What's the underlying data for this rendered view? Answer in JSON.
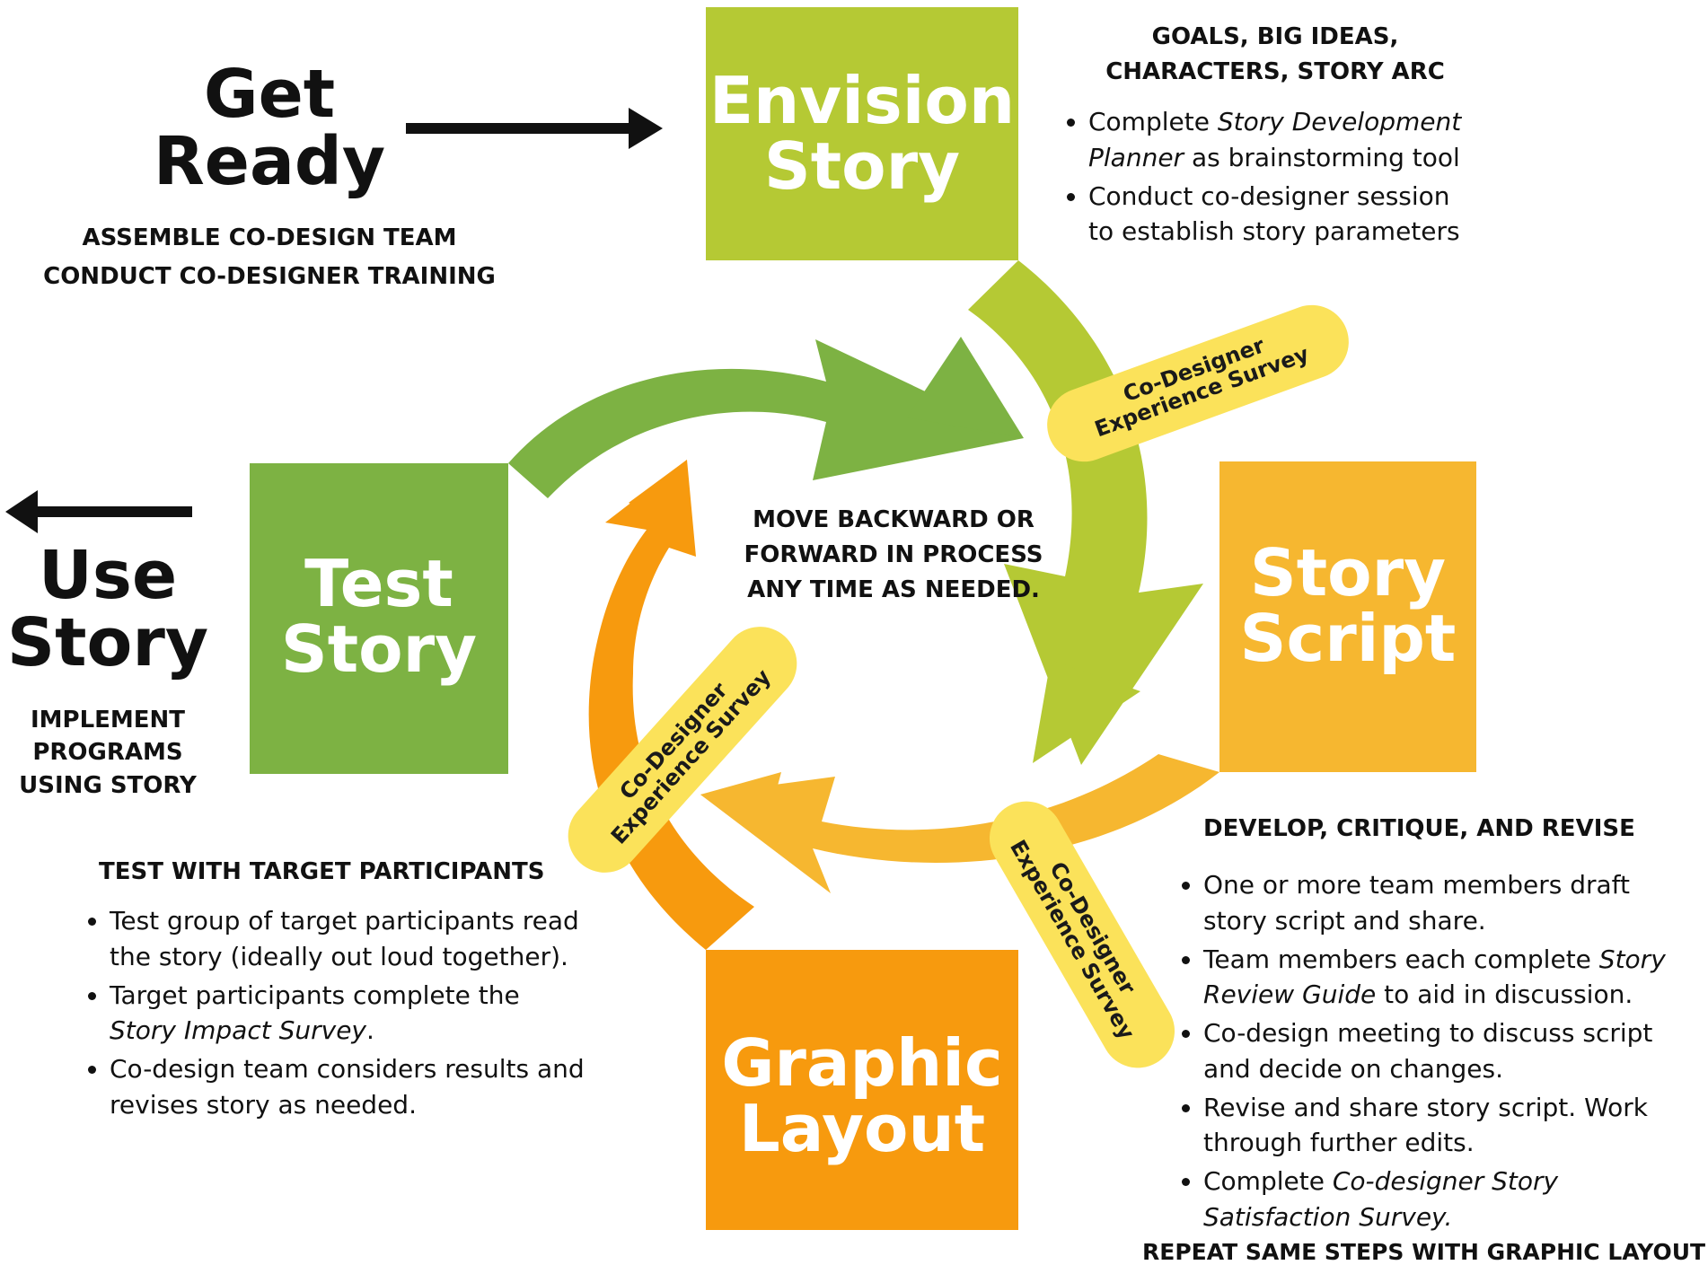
{
  "get_ready": {
    "title_line1": "Get",
    "title_line2": "Ready",
    "steps": [
      "ASSEMBLE CO-DESIGN TEAM",
      "CONDUCT CO-DESIGNER TRAINING"
    ]
  },
  "use_story": {
    "title_line1": "Use",
    "title_line2": "Story",
    "steps": [
      "IMPLEMENT",
      "PROGRAMS",
      "USING STORY"
    ]
  },
  "envision": {
    "title_line1": "Envision",
    "title_line2": "Story",
    "color": "#b5c934",
    "heading_line1": "GOALS, BIG IDEAS,",
    "heading_line2": "CHARACTERS, STORY ARC",
    "bullets": [
      {
        "pre": "Complete ",
        "em": "Story Development Planner",
        "post": " as brainstorming tool"
      },
      {
        "pre": "Conduct co-designer session to establish story parameters",
        "em": "",
        "post": ""
      }
    ]
  },
  "script": {
    "title_line1": "Story",
    "title_line2": "Script",
    "color": "#f6b730",
    "heading": "DEVELOP, CRITIQUE, AND REVISE",
    "bullets": [
      {
        "pre": "One or more team members draft story script and share.",
        "em": "",
        "post": ""
      },
      {
        "pre": "Team members each complete ",
        "em": "Story Review Guide",
        "post": " to aid in discussion."
      },
      {
        "pre": "Co-design meeting to discuss script and decide on changes.",
        "em": "",
        "post": ""
      },
      {
        "pre": "Revise and share story script. Work through further edits.",
        "em": "",
        "post": ""
      },
      {
        "pre": "Complete ",
        "em": "Co-designer Story Satisfaction Survey.",
        "post": ""
      }
    ],
    "footer": "REPEAT SAME STEPS WITH GRAPHIC LAYOUT"
  },
  "layout": {
    "title_line1": "Graphic",
    "title_line2": "Layout",
    "color": "#f79a0e"
  },
  "test": {
    "title_line1": "Test",
    "title_line2": "Story",
    "color": "#7db243",
    "heading": "TEST WITH TARGET PARTICIPANTS",
    "bullets": [
      {
        "pre": "Test group of target participants read the story (ideally out loud together).",
        "em": "",
        "post": ""
      },
      {
        "pre": "Target participants complete the ",
        "em": "Story Impact Survey",
        "post": "."
      },
      {
        "pre": "Co-design team considers results and revises story as needed.",
        "em": "",
        "post": ""
      }
    ]
  },
  "center_text": [
    "MOVE BACKWARD OR",
    "FORWARD IN PROCESS",
    "ANY TIME AS NEEDED."
  ],
  "survey_pill": {
    "line1": "Co-Designer",
    "line2": "Experience Survey",
    "color": "#fbe25a"
  }
}
